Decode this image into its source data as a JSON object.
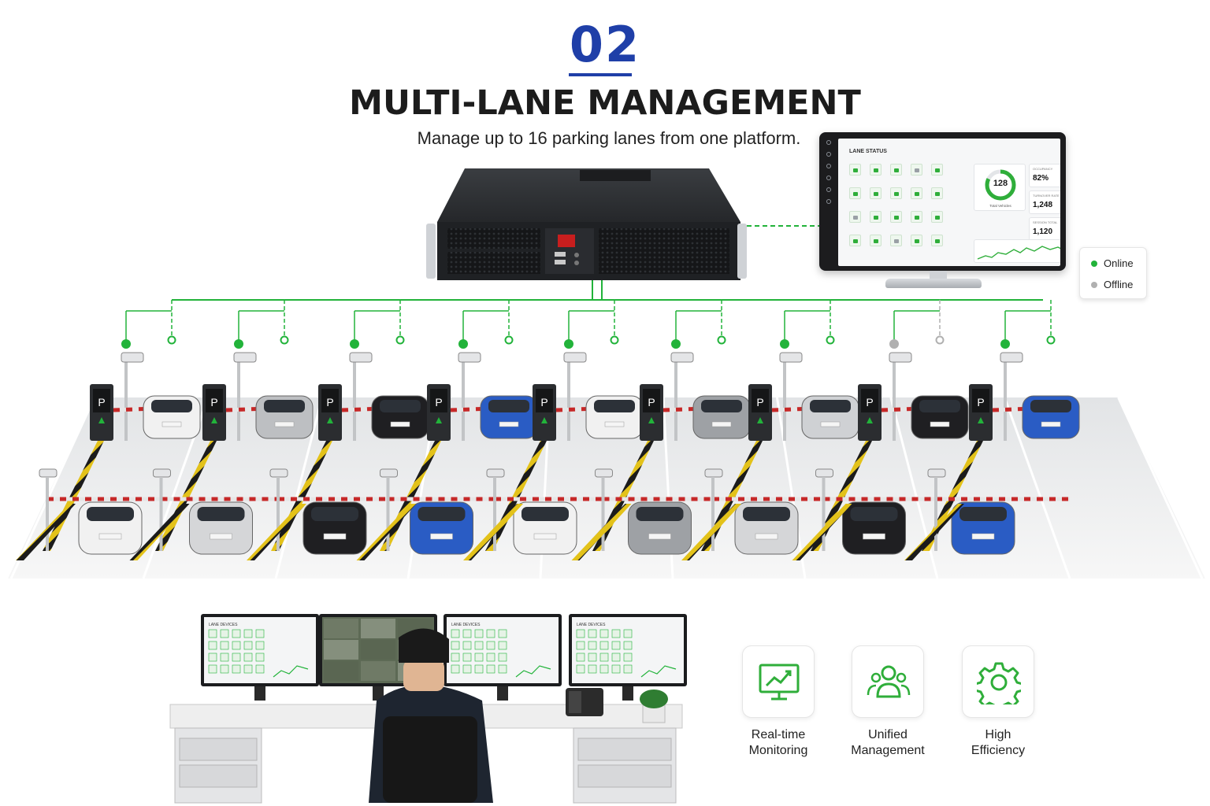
{
  "header": {
    "number": "02",
    "title": "MULTI-LANE MANAGEMENT",
    "subtitle": "Manage up to 16 parking lanes from one platform."
  },
  "monitor": {
    "title": "LANE STATUS",
    "donut_value": "128",
    "donut_sub": "Total Vehicles",
    "stats": [
      {
        "label": "OCCUPANCY",
        "value": "82%"
      },
      {
        "label": "TURNOVER RATE",
        "value": "1,248"
      },
      {
        "label": "SESSION TOTAL",
        "value": "1,120"
      }
    ]
  },
  "legend": [
    {
      "label": "Online",
      "color": "#22b33a"
    },
    {
      "label": "Offline",
      "color": "#b0b0b0"
    }
  ],
  "desk_screens": [
    "LANE DEVICES",
    "LANE DEVICES",
    "LANE DEVICES"
  ],
  "lanes": {
    "count": 9,
    "status": [
      "online",
      "online",
      "online",
      "online",
      "online",
      "online",
      "online",
      "offline",
      "online"
    ]
  },
  "features": [
    {
      "label": "Real-time\nMonitoring",
      "icon": "monitor-chart-icon"
    },
    {
      "label": "Unified\nManagement",
      "icon": "users-icon"
    },
    {
      "label": "High\nEfficiency",
      "icon": "gear-icon"
    }
  ],
  "colors": {
    "accent": "#1f3fa8",
    "online": "#22b33a",
    "offline": "#b0b0b0"
  }
}
